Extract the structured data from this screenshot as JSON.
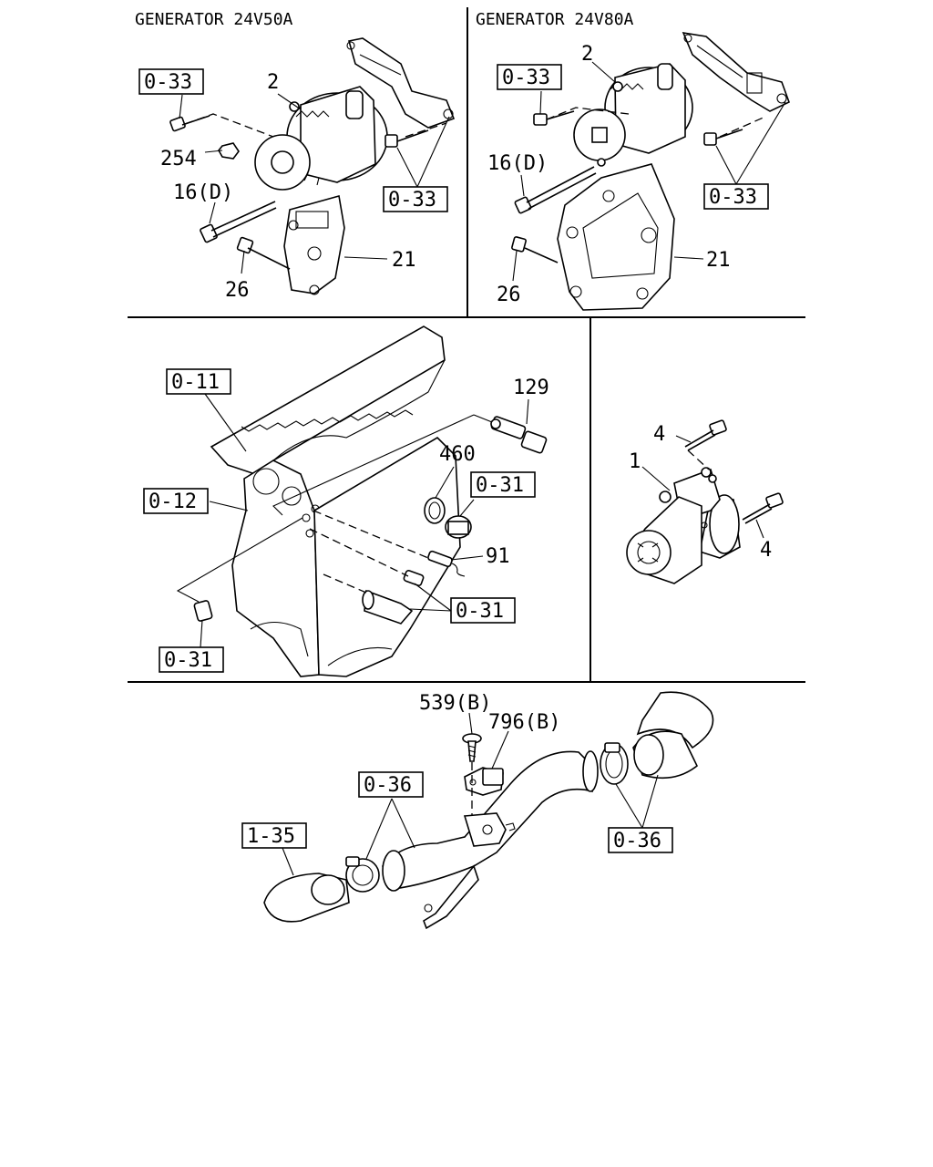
{
  "sections": {
    "gen50": {
      "title": "GENERATOR 24V50A"
    },
    "gen80": {
      "title": "GENERATOR 24V80A"
    }
  },
  "callouts": {
    "gen50_part2": "2",
    "gen50_part254": "254",
    "gen50_part16d": "16(D)",
    "gen50_part26": "26",
    "gen50_part21": "21",
    "gen50_ref_top": "0-33",
    "gen50_ref_right": "0-33",
    "gen80_part2": "2",
    "gen80_part16d": "16(D)",
    "gen80_part26": "26",
    "gen80_part21": "21",
    "gen80_ref_top": "0-33",
    "gen80_ref_right": "0-33",
    "block_ref_011": "0-11",
    "block_ref_012": "0-12",
    "block_part129": "129",
    "block_part460": "460",
    "block_ref_031_plug": "0-31",
    "block_part91": "91",
    "block_ref_031_right": "0-31",
    "block_ref_031_bottom": "0-31",
    "starter_part1": "1",
    "starter_part4_top": "4",
    "starter_part4_right": "4",
    "hose_part539b": "539(B)",
    "hose_part796b": "796(B)",
    "hose_ref_036_left": "0-36",
    "hose_ref_036_right": "0-36",
    "hose_ref_135": "1-35"
  },
  "icons": [
    "generator-icon",
    "bracket-icon",
    "bolt-icon",
    "engine-block-icon",
    "sensor-icon",
    "starter-motor-icon",
    "hose-icon",
    "clamp-icon"
  ]
}
